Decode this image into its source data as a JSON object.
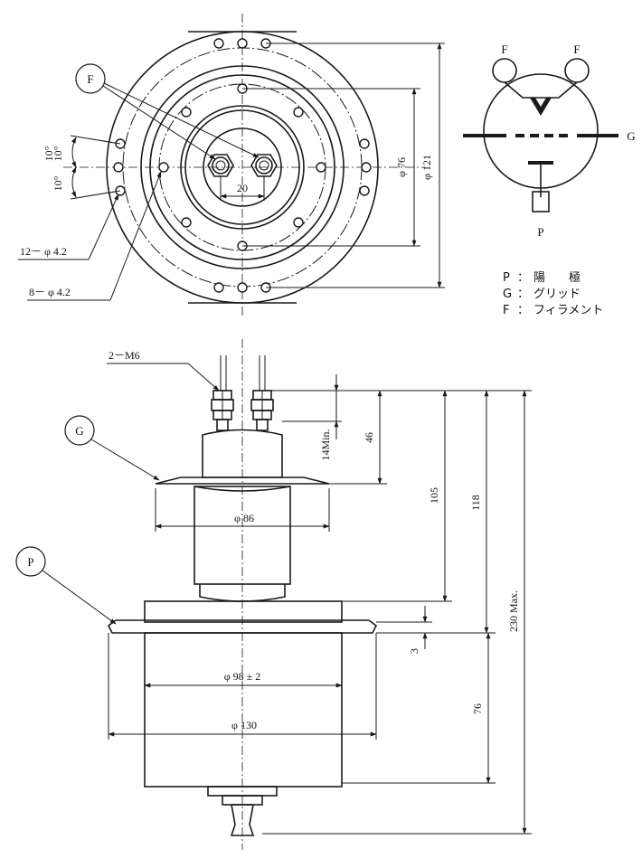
{
  "top_view": {
    "label_F": "F",
    "angle_1": "10°",
    "angle_2": "10°",
    "angle_3": "10°",
    "dim_20": "20",
    "dim_d76": "φ 76",
    "dim_d121": "φ 121",
    "holes_12": "12－ φ 4.2",
    "holes_8": "8－ φ 4.2"
  },
  "schematic": {
    "label_F_left": "F",
    "label_F_right": "F",
    "label_G": "G",
    "label_P": "P"
  },
  "legend": [
    {
      "key": "P",
      "sep": "：",
      "value": "陽　　極"
    },
    {
      "key": "G",
      "sep": "：",
      "value": "グリッド"
    },
    {
      "key": "F",
      "sep": "：",
      "value": "フィラメント"
    }
  ],
  "side_view": {
    "thread": "2－M6",
    "label_G": "G",
    "label_P": "P",
    "dim_d86": "φ 86",
    "dim_d98": "φ 98 ± 2",
    "dim_d130": "φ 130",
    "dim_14min": "14Min.",
    "dim_46": "46",
    "dim_105": "105",
    "dim_118": "118",
    "dim_230": "230 Max.",
    "dim_3": "3",
    "dim_76": "76"
  }
}
